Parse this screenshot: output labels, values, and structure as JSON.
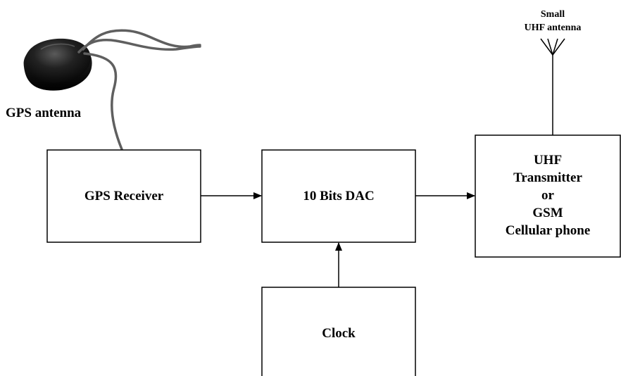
{
  "diagram": {
    "gps_antenna_label": "GPS antenna",
    "small_antenna_label": [
      "Small",
      "UHF antenna"
    ],
    "blocks": {
      "gps_receiver": [
        "GPS Receiver"
      ],
      "dac": [
        "10 Bits DAC"
      ],
      "transmitter": [
        "UHF",
        "Transmitter",
        "or",
        "GSM",
        "Cellular phone"
      ],
      "clock": [
        "Clock"
      ]
    },
    "connections": [
      {
        "from": "gps_receiver",
        "to": "dac"
      },
      {
        "from": "dac",
        "to": "transmitter"
      },
      {
        "from": "clock",
        "to": "dac"
      },
      {
        "from": "small_antenna",
        "to": "transmitter"
      },
      {
        "from": "gps_antenna",
        "to": "gps_receiver"
      }
    ],
    "colors": {
      "line": "#000000",
      "antenna_body": "#1a1a1a"
    }
  }
}
